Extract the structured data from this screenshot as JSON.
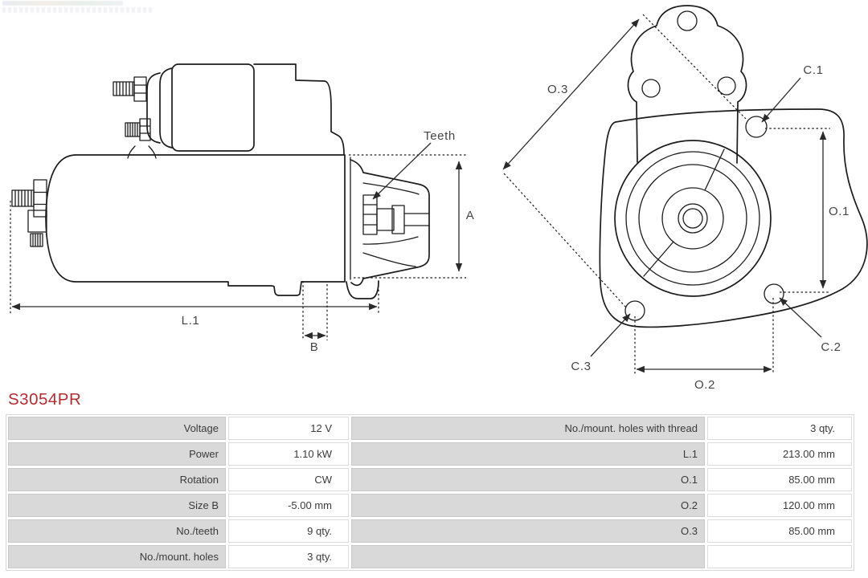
{
  "part_number": "S3054PR",
  "accent_color": "#b22d32",
  "diagram": {
    "side_view": {
      "labels": {
        "teeth": "Teeth",
        "a": "A",
        "l1": "L.1",
        "b": "B"
      }
    },
    "front_view": {
      "labels": {
        "o3": "O.3",
        "c1": "C.1",
        "o1": "O.1",
        "c2": "C.2",
        "c3": "C.3",
        "o2": "O.2"
      }
    }
  },
  "spec_table": {
    "left": [
      {
        "label": "Voltage",
        "value": "12 V"
      },
      {
        "label": "Power",
        "value": "1.10 kW"
      },
      {
        "label": "Rotation",
        "value": "CW"
      },
      {
        "label": "Size B",
        "value": "-5.00 mm"
      },
      {
        "label": "No./teeth",
        "value": "9 qty."
      },
      {
        "label": "No./mount. holes",
        "value": "3 qty."
      }
    ],
    "right": [
      {
        "label": "No./mount. holes with thread",
        "value": "3 qty."
      },
      {
        "label": "L.1",
        "value": "213.00 mm"
      },
      {
        "label": "O.1",
        "value": "85.00 mm"
      },
      {
        "label": "O.2",
        "value": "120.00 mm"
      },
      {
        "label": "O.3",
        "value": "85.00 mm"
      },
      {
        "label": "",
        "value": ""
      }
    ]
  }
}
